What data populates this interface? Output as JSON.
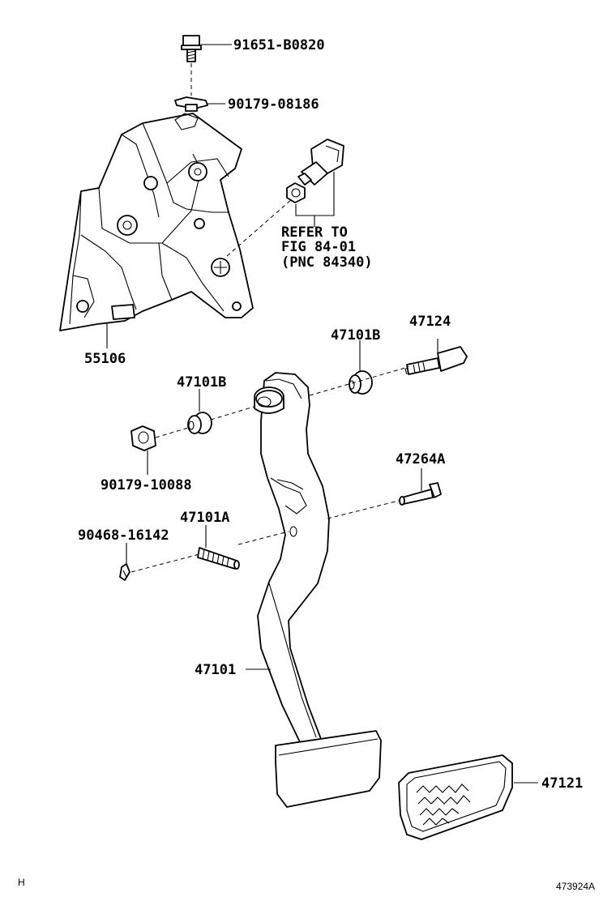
{
  "labels": {
    "p91651": "91651-B0820",
    "p90179_08186": "90179-08186",
    "refer_line1": "REFER TO",
    "refer_line2": "FIG 84-01",
    "refer_line3": "(PNC 84340)",
    "p55106": "55106",
    "p47124": "47124",
    "p47101B_right": "47101B",
    "p47101B_left": "47101B",
    "p90179_10088": "90179-10088",
    "p47264A": "47264A",
    "p47101A": "47101A",
    "p90468": "90468-16142",
    "p47101": "47101",
    "p47121": "47121"
  },
  "corner": {
    "left": "H",
    "right": "473924A"
  }
}
